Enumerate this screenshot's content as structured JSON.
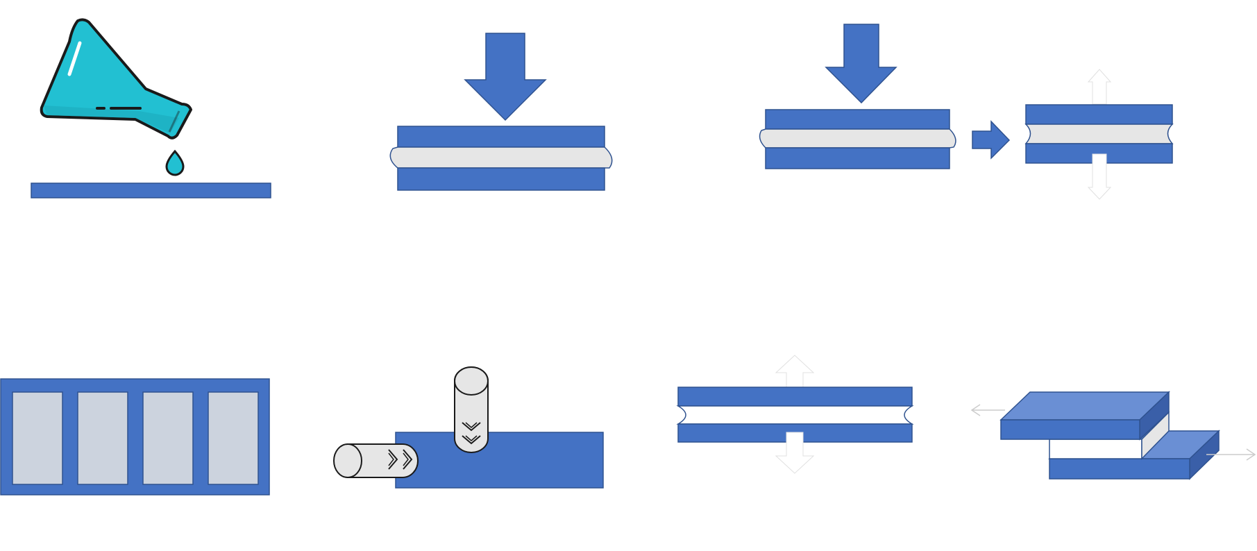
{
  "colors": {
    "blue": "#4472c4",
    "blue_dark": "#2f528f",
    "blue_light": "#6a8fd4",
    "blue_side": "#3a5fa8",
    "adhesive_gray": "#e6e6e6",
    "panel_gray": "#ccd3de",
    "teal": "#22c0d2",
    "teal_dark": "#1aa6b8",
    "outline": "#1a1a1a",
    "white": "#ffffff"
  },
  "steps": [
    {
      "id": "apply-adhesive",
      "icons": [
        "flask-icon",
        "drop-icon",
        "substrate-strip"
      ]
    },
    {
      "id": "press-joint",
      "icons": [
        "down-arrow-icon",
        "bonded-joint"
      ]
    },
    {
      "id": "press-then-pull",
      "icons": [
        "down-arrow-icon",
        "right-arrow-icon",
        "tension-arrows-icon"
      ]
    },
    {
      "id": "specimen-panel",
      "icons": [
        "panel-frame"
      ]
    },
    {
      "id": "roller-application",
      "icons": [
        "roller-icon",
        "roller-icon"
      ]
    },
    {
      "id": "tensile-test",
      "icons": [
        "up-arrow-icon",
        "down-arrow-icon"
      ]
    },
    {
      "id": "lap-shear-test",
      "icons": [
        "left-arrow-icon",
        "right-arrow-icon"
      ]
    }
  ]
}
